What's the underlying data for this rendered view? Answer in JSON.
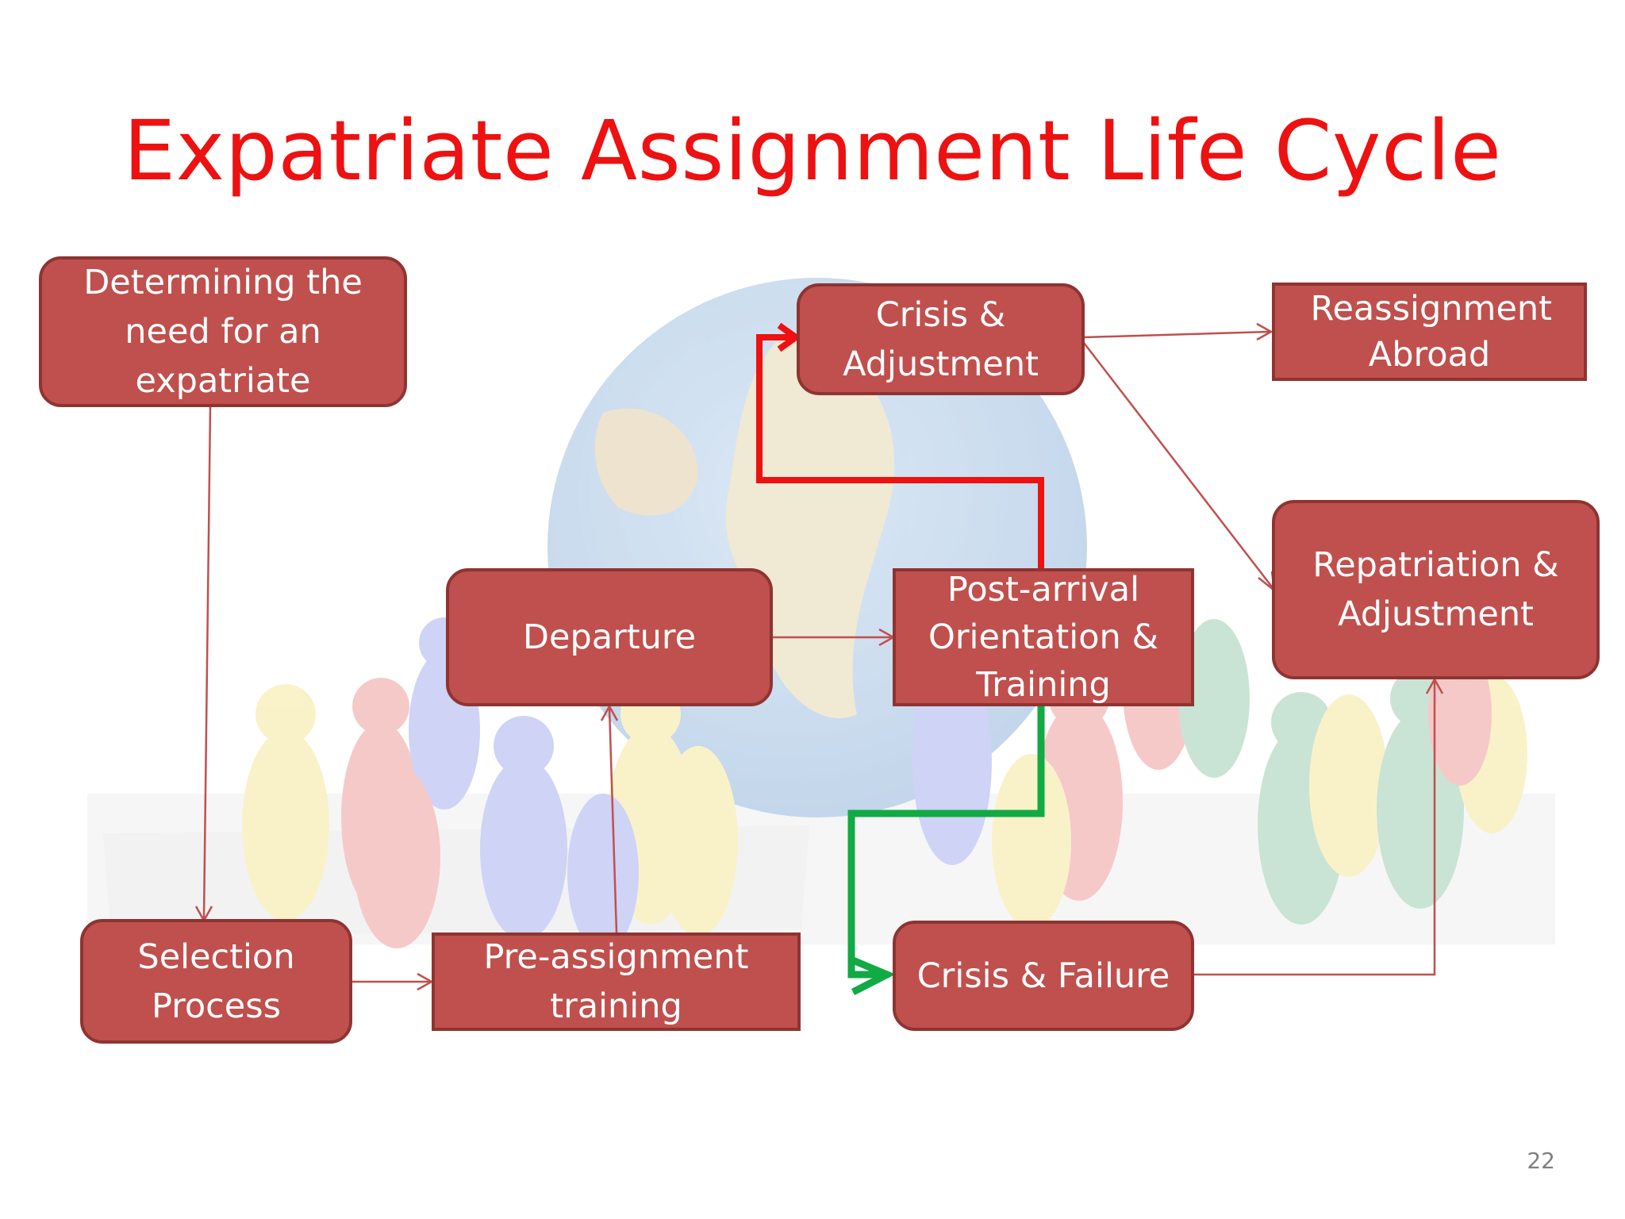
{
  "slide": {
    "title": "Expatriate Assignment Life Cycle",
    "slide_number": "22",
    "colors": {
      "title": "#ee1111",
      "box_fill": "#c0504d",
      "box_border": "#8e3432",
      "connector": "#c0504d",
      "highlight_red": "#ee1111",
      "highlight_green": "#11aa44"
    }
  },
  "nodes": {
    "determining": "Determining the need for an expatriate",
    "selection": "Selection Process",
    "preassignment": "Pre-assignment training",
    "departure": "Departure",
    "postarrival": "Post-arrival Orientation & Training",
    "crisis_adjustment": "Crisis & Adjustment",
    "crisis_failure": "Crisis & Failure",
    "reassignment": "Reassignment Abroad",
    "repatriation": "Repatriation & Adjustment"
  },
  "flows": [
    {
      "from": "determining",
      "to": "selection"
    },
    {
      "from": "selection",
      "to": "preassignment"
    },
    {
      "from": "preassignment",
      "to": "departure"
    },
    {
      "from": "departure",
      "to": "postarrival"
    },
    {
      "from": "postarrival",
      "to": "crisis_adjustment",
      "highlight": "red"
    },
    {
      "from": "postarrival",
      "to": "crisis_failure",
      "highlight": "green"
    },
    {
      "from": "crisis_adjustment",
      "to": "reassignment"
    },
    {
      "from": "crisis_adjustment",
      "to": "repatriation"
    },
    {
      "from": "crisis_failure",
      "to": "repatriation"
    }
  ]
}
